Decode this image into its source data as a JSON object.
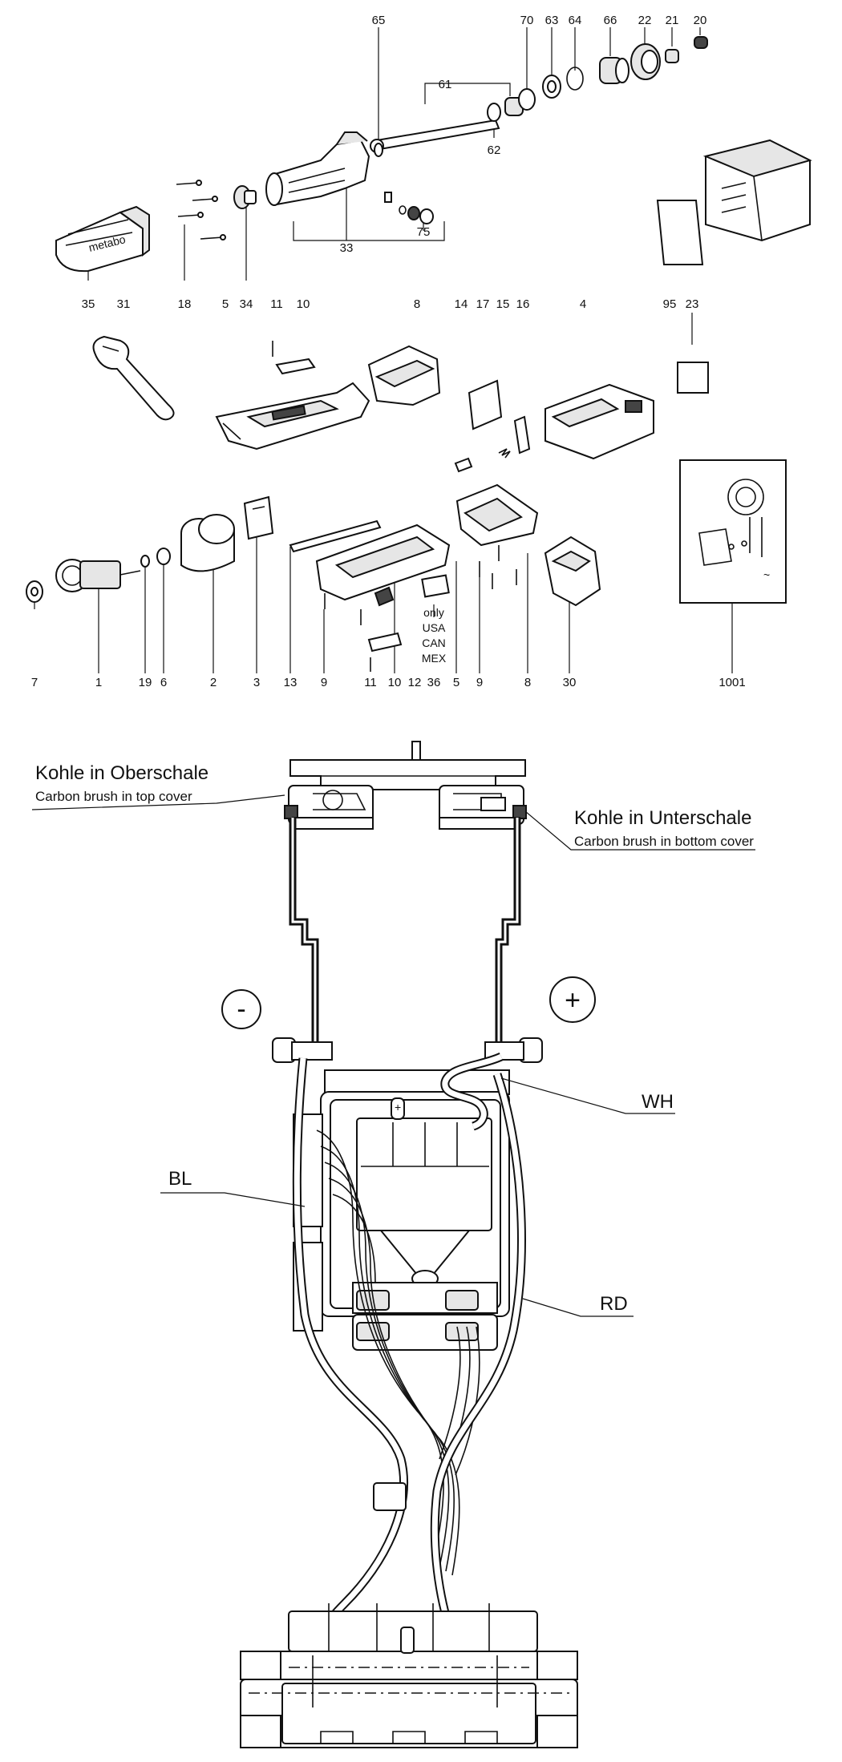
{
  "exploded_view": {
    "part_numbers": {
      "p65": "65",
      "p70": "70",
      "p63": "63",
      "p64": "64",
      "p66": "66",
      "p22": "22",
      "p21": "21",
      "p20": "20",
      "p61": "61",
      "p62": "62",
      "p75": "75",
      "p33": "33",
      "p35": "35",
      "p31": "31",
      "p18": "18",
      "p5a": "5",
      "p34": "34",
      "p11a": "11",
      "p10a": "10",
      "p8a": "8",
      "p14": "14",
      "p17": "17",
      "p15": "15",
      "p16": "16",
      "p4": "4",
      "p95": "95",
      "p23": "23",
      "p7": "7",
      "p1": "1",
      "p19": "19",
      "p6": "6",
      "p2": "2",
      "p3": "3",
      "p13": "13",
      "p9a": "9",
      "p11b": "11",
      "p10b": "10",
      "p12": "12",
      "p36": "36",
      "p5b": "5",
      "p9b": "9",
      "p8b": "8",
      "p30": "30",
      "p1001": "1001"
    },
    "region_note": [
      "only",
      "USA",
      "CAN",
      "MEX"
    ],
    "brand_mark": "metabo"
  },
  "wiring": {
    "top_brush_de": "Kohle in Oberschale",
    "top_brush_en": "Carbon brush in top cover",
    "bottom_brush_de": "Kohle in Unterschale",
    "bottom_brush_en": "Carbon brush in bottom cover",
    "minus": "-",
    "plus": "+",
    "wire_white": "WH",
    "wire_blue": "BL",
    "wire_red": "RD"
  }
}
